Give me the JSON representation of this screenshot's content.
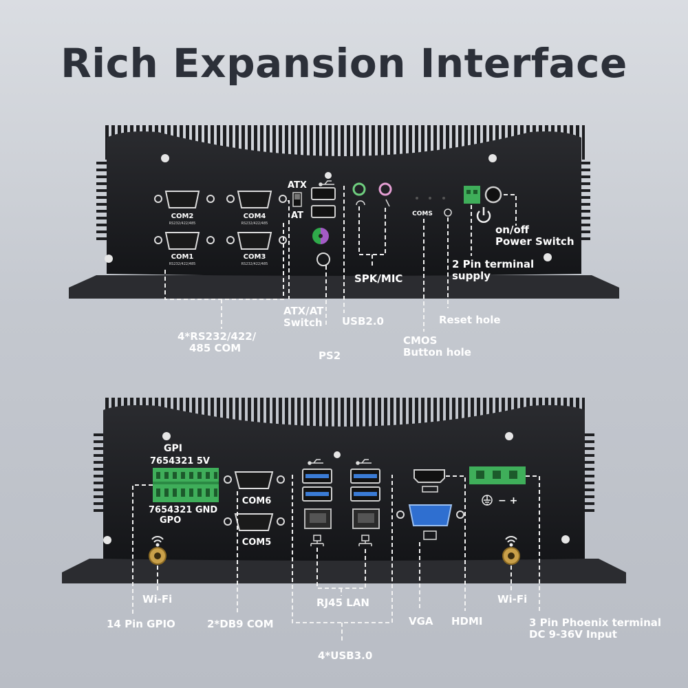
{
  "title": "Rich Expansion Interface",
  "top_panel": {
    "ports": {
      "com2": "COM2",
      "com4": "COM4",
      "com1": "COM1",
      "com3": "COM3",
      "com_sub": "RS232/422/485",
      "atx": "ATX",
      "at": "AT",
      "coms": "COMS"
    },
    "callouts": {
      "com_line1": "4*RS232/422/",
      "com_line2": "485 COM",
      "atx_line1": "ATX/AT",
      "atx_line2": "Switch",
      "ps2": "PS2",
      "usb2": "USB2.0",
      "spk_mic": "SPK/MIC",
      "cmos_line1": "CMOS",
      "cmos_line2": "Button hole",
      "reset": "Reset hole",
      "supply_line1": "2 Pin terminal",
      "supply_line2": "supply",
      "power_line1": "on/off",
      "power_line2": "Power Switch"
    }
  },
  "bottom_panel": {
    "ports": {
      "gpi": "GPI",
      "gpi_pins": "7654321 5V",
      "gpo_pins": "7654321 GND",
      "gpo": "GPO",
      "com6": "COM6",
      "com5": "COM5",
      "power_polarity": "− +"
    },
    "callouts": {
      "wifi_left": "Wi-Fi",
      "gpio": "14 Pin GPIO",
      "db9": "2*DB9 COM",
      "rj45": "RJ45 LAN",
      "usb3": "4*USB3.0",
      "vga": "VGA",
      "hdmi": "HDMI",
      "wifi_right": "Wi-Fi",
      "phoenix_line1": "3 Pin Phoenix terminal",
      "phoenix_line2": "DC 9-36V Input"
    }
  },
  "icons": [
    "usb-icon",
    "wifi-icon",
    "lan-icon",
    "power-icon",
    "ground-icon",
    "audio-jack-icon",
    "antenna-icon"
  ],
  "colors": {
    "background": "#c4c8cf",
    "chassis": "#1b1c1f",
    "text": "#ffffff",
    "title": "#2c3039",
    "usb3_blue": "#3a7bd5",
    "terminal_green": "#3fae5a",
    "vga_blue": "#2f6fd0",
    "ps2_purple": "#9b59b6",
    "ps2_green": "#3fae5a",
    "audio_green": "#6fcf7f",
    "audio_pink": "#e59fd4"
  }
}
